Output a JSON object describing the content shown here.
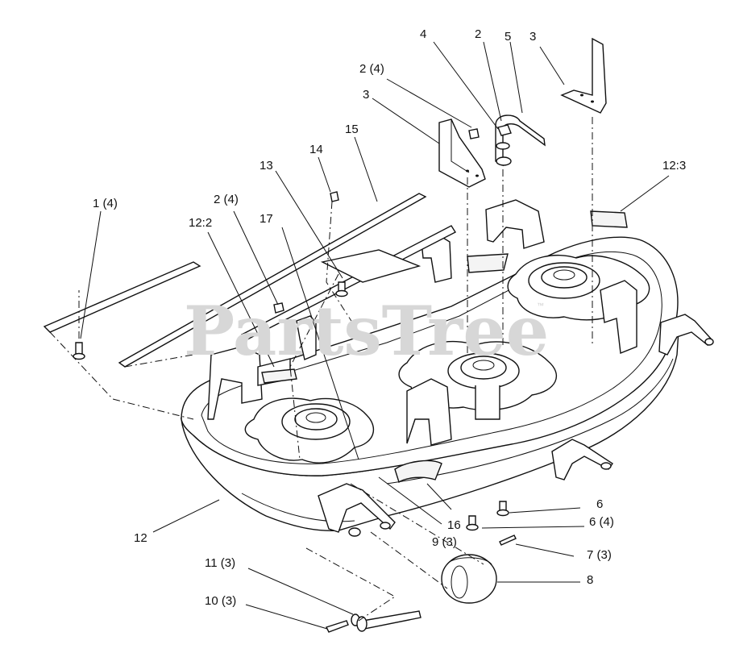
{
  "watermark": {
    "text": "PartsTree",
    "trademark": "™"
  },
  "callouts": {
    "c1": "1 (4)",
    "c2a": "2 (4)",
    "c2b": "2",
    "c2c": "2 (4)",
    "c3a": "3",
    "c3b": "3",
    "c4": "4",
    "c5": "5",
    "c6a": "6",
    "c6b": "6 (4)",
    "c7": "7 (3)",
    "c8": "8",
    "c9": "9 (3)",
    "c10": "10  (3)",
    "c11": "11  (3)",
    "c12": "12",
    "c12_2": "12:2",
    "c12_3": "12:3",
    "c13": "13",
    "c14": "14",
    "c15": "15",
    "c16": "16",
    "c17": "17"
  }
}
